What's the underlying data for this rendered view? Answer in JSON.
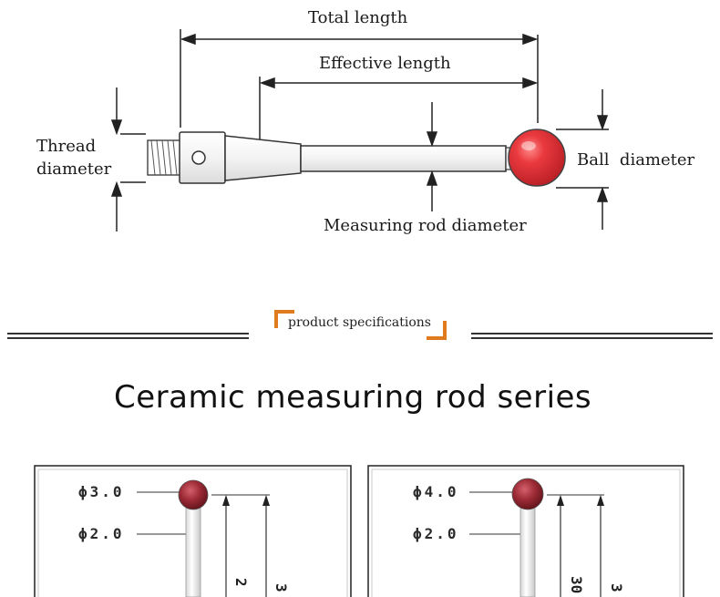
{
  "diagram": {
    "total_length": "Total length",
    "effective_length": "Effective length",
    "thread_diameter_line1": "Thread",
    "thread_diameter_line2": "diameter",
    "ball_diameter": "Ball  diameter",
    "measuring_rod_diameter": "Measuring rod diameter"
  },
  "section_header": "product specifications",
  "series_title": "Ceramic measuring rod series",
  "colors": {
    "ball_red": "#e8323a",
    "ruby": "#9b2a35",
    "accent_orange": "#e07a1f"
  },
  "cards": [
    {
      "ball_diameter": "ϕ3.0",
      "rod_diameter": "ϕ2.0",
      "len_a": "2",
      "len_b": "3"
    },
    {
      "ball_diameter": "ϕ4.0",
      "rod_diameter": "ϕ2.0",
      "len_a": "30",
      "len_b": "3"
    }
  ]
}
